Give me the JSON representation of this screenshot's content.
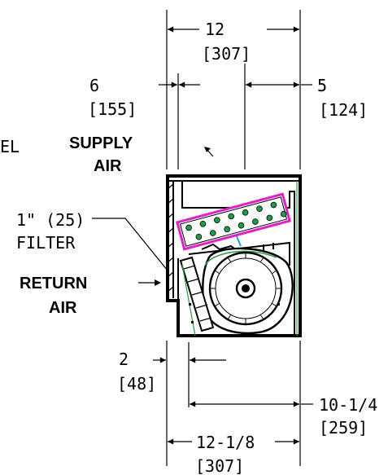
{
  "dimensions": {
    "top_width": {
      "inches": "12",
      "mm": "[307]"
    },
    "left_upper": {
      "inches": "6",
      "mm": "[155]"
    },
    "right_upper": {
      "inches": "5",
      "mm": "[124]"
    },
    "left_lower": {
      "inches": "2",
      "mm": "[48]"
    },
    "right_lower": {
      "inches": "10-1/4",
      "mm": "[259]"
    },
    "bottom_width": {
      "inches": "12-1/8",
      "mm": "[307]"
    }
  },
  "labels": {
    "cut_off_left": "EL",
    "supply_air": [
      "SUPPLY",
      "AIR"
    ],
    "filter": [
      "1\" (25)",
      "FILTER"
    ],
    "return_air": [
      "RETURN",
      "AIR"
    ]
  },
  "colors": {
    "filter_outline": "#e020c8",
    "coil_dot": "#1e9c4a",
    "cabinet_line": "#2a9a4a",
    "accent_line": "#20a0d8"
  }
}
